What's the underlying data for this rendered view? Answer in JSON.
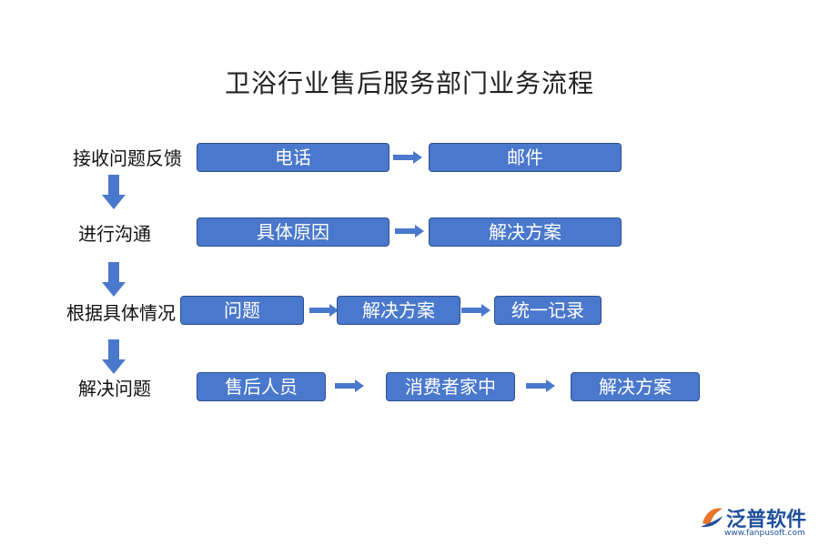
{
  "title": "卫浴行业售后服务部门业务流程",
  "colors": {
    "box_fill": "#4a78cc",
    "box_border": "#2e4f8f",
    "arrow": "#4a78cc",
    "brand": "#1f4f9c"
  },
  "steps": [
    {
      "label": "接收问题反馈"
    },
    {
      "label": "进行沟通"
    },
    {
      "label": "根据具体情况"
    },
    {
      "label": "解决问题"
    }
  ],
  "rows": [
    {
      "boxes": [
        "电话",
        "邮件"
      ]
    },
    {
      "boxes": [
        "具体原因",
        "解决方案"
      ]
    },
    {
      "boxes": [
        "问题",
        "解决方案",
        "统一记录"
      ]
    },
    {
      "boxes": [
        "售后人员",
        "消费者家中",
        "解决方案"
      ]
    }
  ],
  "logo": {
    "name": "泛普软件",
    "url": "www.fanpusoft.com",
    "icon": "fanpu-logo-icon"
  }
}
